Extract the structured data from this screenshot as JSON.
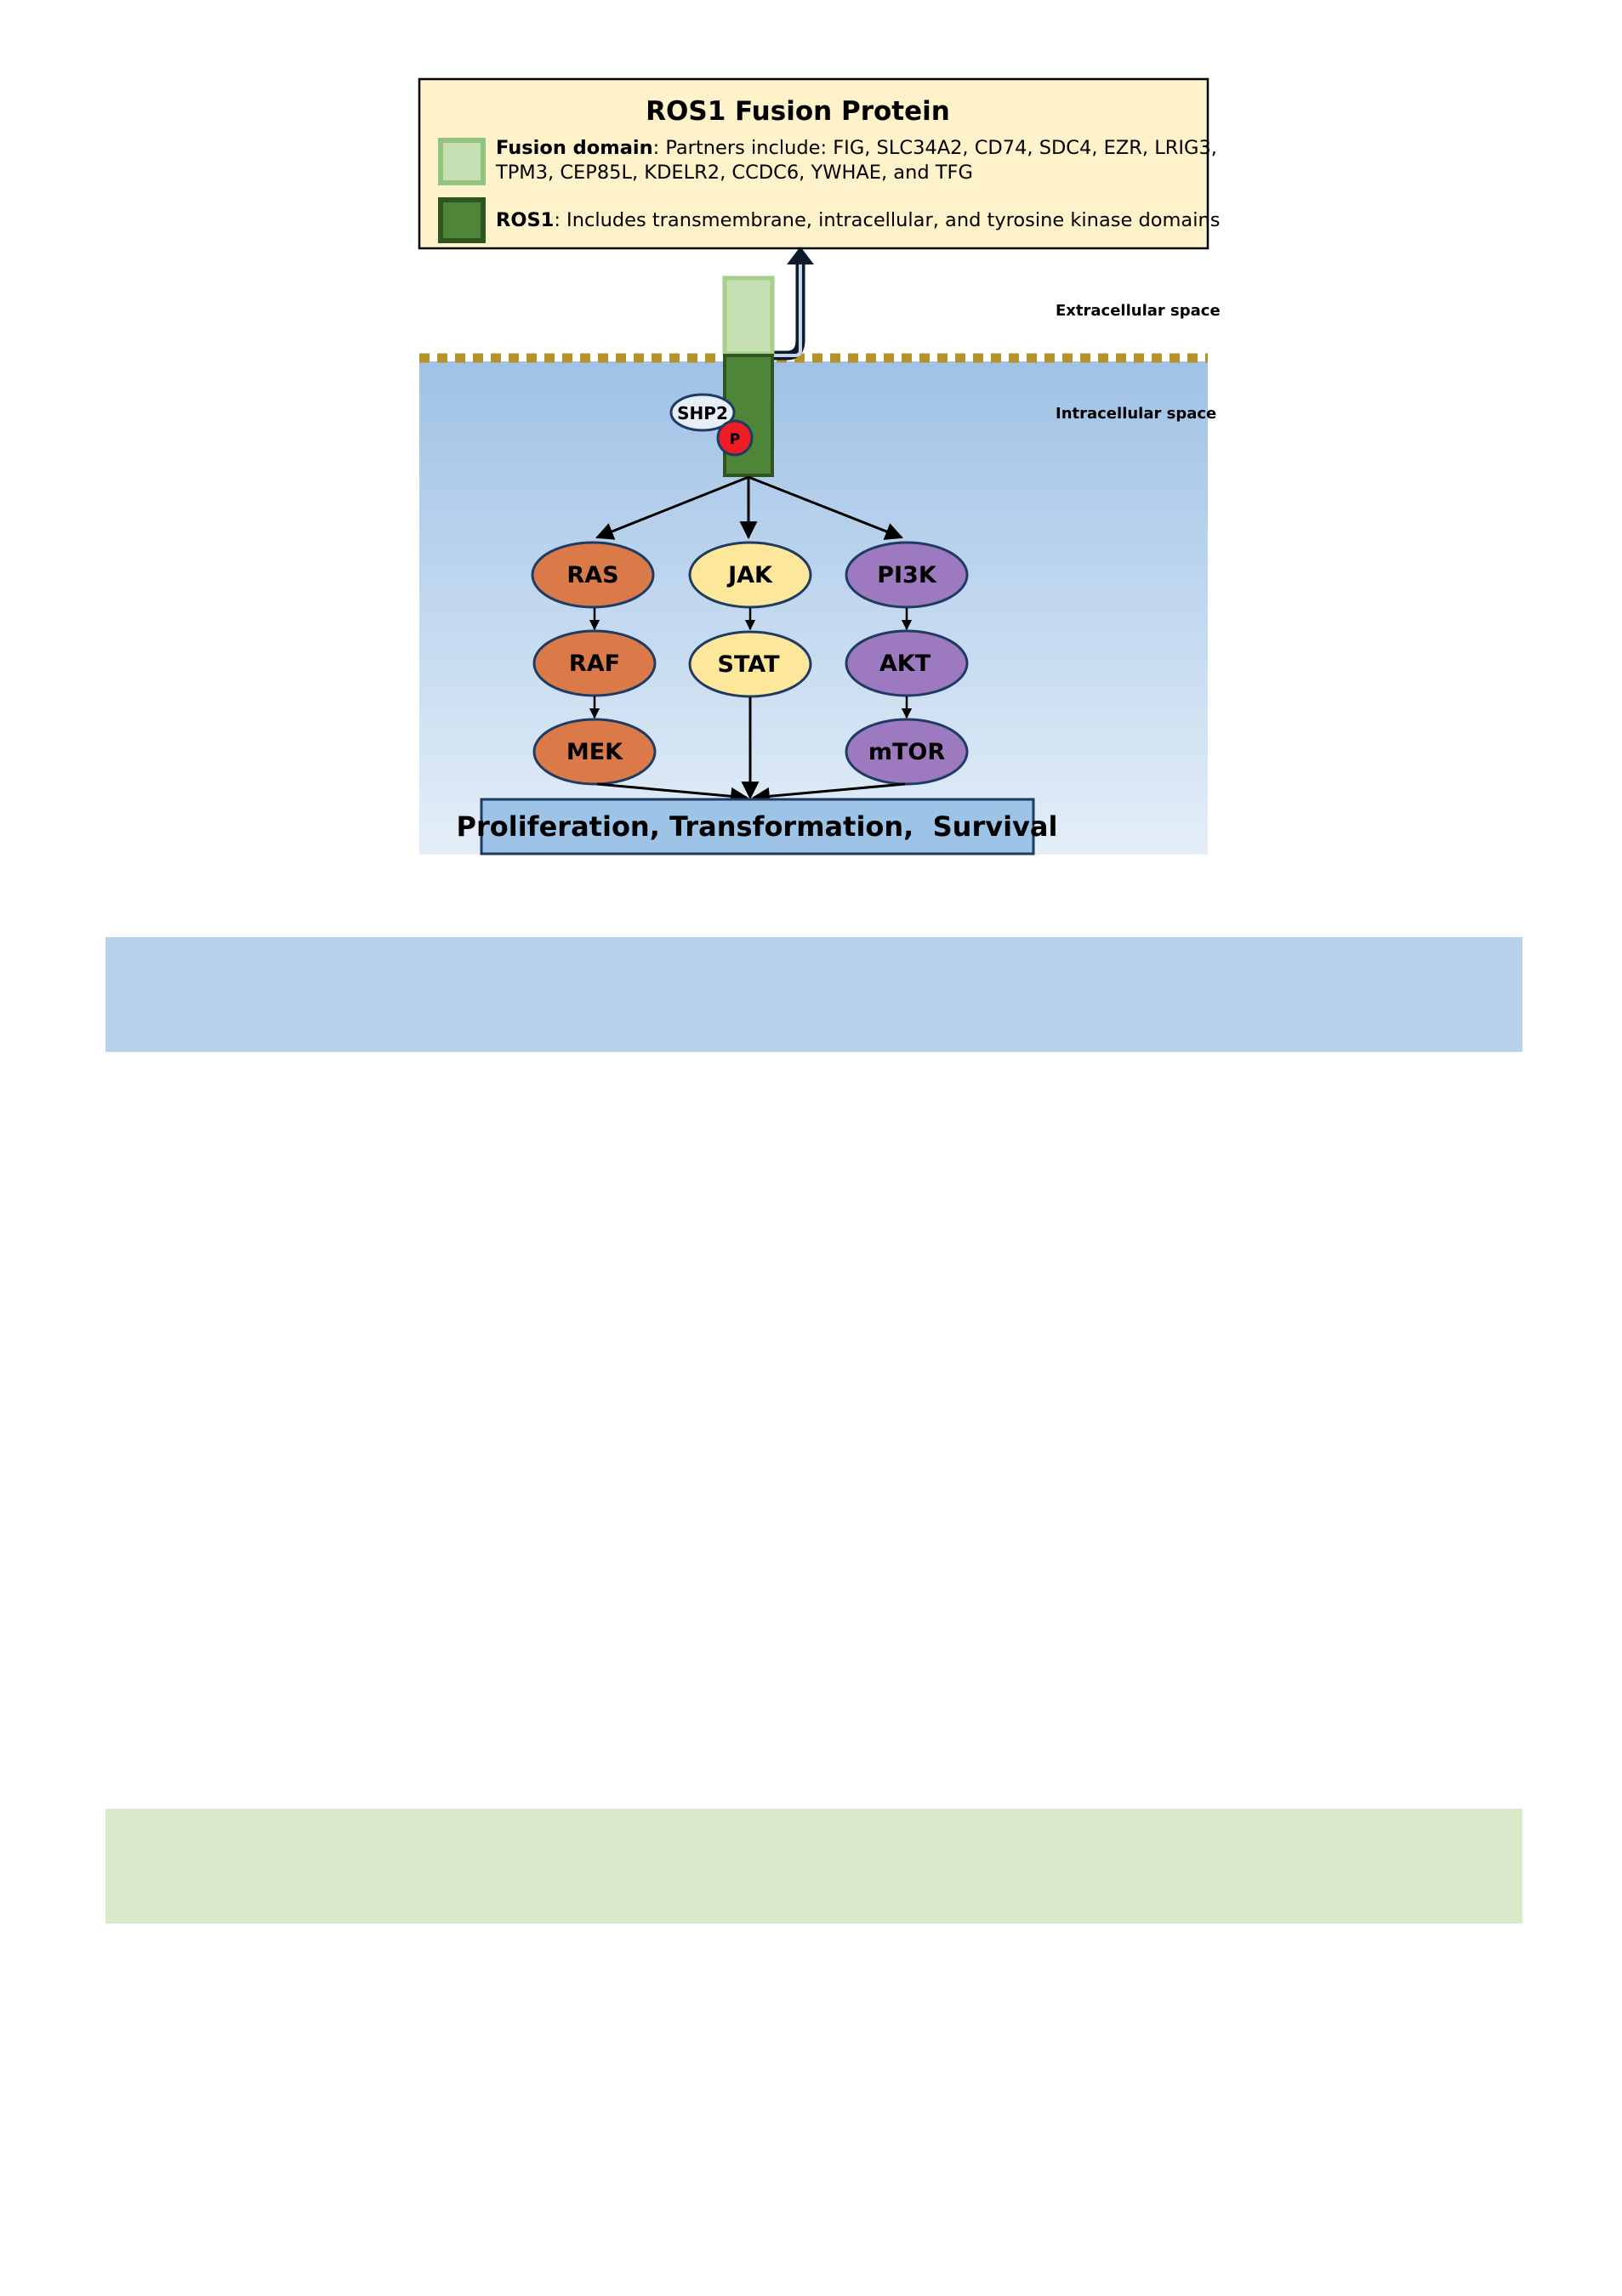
{
  "legend": {
    "title": "ROS1 Fusion Protein",
    "fusion_term": "Fusion domain",
    "fusion_line1": ": Partners include: FIG, SLC34A2, CD74, SDC4, EZR, LRIG3,",
    "fusion_line2": "TPM3, CEP85L, KDELR2, CCDC6, YWHAE, and TFG",
    "ros1_term": "ROS1",
    "ros1_line": ": Includes transmembrane, intracellular, and tyrosine kinase domains"
  },
  "regions": {
    "extracellular": "Extracellular space",
    "intracellular": "Intracellular space"
  },
  "receptor": {
    "adaptor": "SHP2",
    "phospho": "P"
  },
  "pathways": {
    "ras_branch": [
      "RAS",
      "RAF",
      "MEK"
    ],
    "jak_branch": [
      "JAK",
      "STAT"
    ],
    "pi3k_branch": [
      "PI3K",
      "AKT",
      "mTOR"
    ]
  },
  "outcome": "Proliferation, Transformation,  Survival",
  "colors": {
    "legend_bg": "#fdf2c9",
    "fusion_light": "#c6e0b3",
    "ros1_dark": "#4e8538",
    "membrane": "#b6912c",
    "ras_orange": "#db7a49",
    "jak_yellow": "#fde79a",
    "pi3k_purple": "#9d79bf",
    "phospho_red": "#ee1c24",
    "outcome_box": "#9dc3e6"
  }
}
